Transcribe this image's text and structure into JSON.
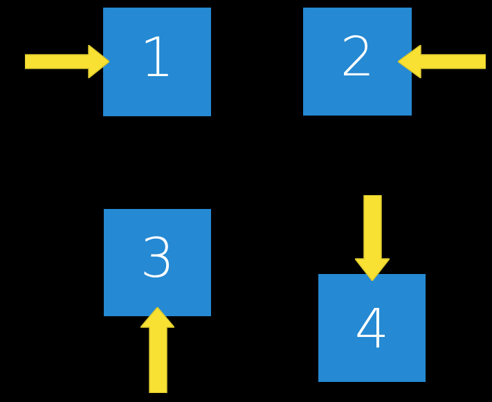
{
  "colors": {
    "background": "#000000",
    "square": "#2589d3",
    "arrow": "#f8e133",
    "arrow_edge": "#d9c62e",
    "label": "#ffffff"
  },
  "squares": [
    {
      "label": "1",
      "arrow_direction": "right"
    },
    {
      "label": "2",
      "arrow_direction": "left"
    },
    {
      "label": "3",
      "arrow_direction": "up"
    },
    {
      "label": "4",
      "arrow_direction": "down"
    }
  ]
}
